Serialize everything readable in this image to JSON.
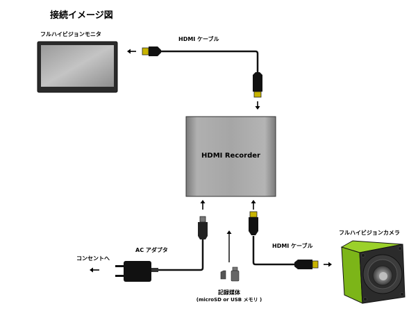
{
  "title": "接続イメージ図",
  "labels": {
    "monitor": "フルハイビジョンモニタ",
    "hdmi_cable_top": "HDMI ケーブル",
    "recorder": "HDMI Recorder",
    "hdmi_cable_bottom": "HDMI ケーブル",
    "camera": "フルハイビジョンカメラ",
    "ac_adapter": "AC アダプタ",
    "outlet": "コンセントへ",
    "storage_line1": "記録媒体",
    "storage_line2": "(microSD or USB メモリ )"
  },
  "colors": {
    "camera_body": "#8ac926",
    "cable": "#111111",
    "connector_gold": "#c8b400",
    "recorder_gray": "#a9a9a9"
  }
}
